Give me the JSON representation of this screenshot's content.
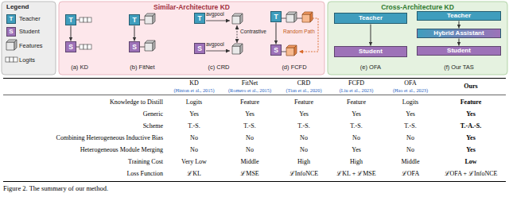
{
  "diagram": {
    "caption": "Figure 2. The summary of our method.",
    "nodes": [
      {
        "text": [
          "Similar-Architecture KD"
        ]
      },
      {
        "text": [
          "T"
        ],
        "in": 0
      },
      {
        "text": [
          "S"
        ],
        "in": 0
      },
      {
        "text": [
          "T"
        ],
        "in": 0
      },
      {
        "text": [
          "S"
        ],
        "in": 0
      },
      {
        "text": [
          "T"
        ],
        "in": 0
      },
      {
        "text": [
          "S"
        ],
        "in": 0
      },
      {
        "text": [
          "T"
        ],
        "in": 0
      },
      {
        "text": [
          "S"
        ],
        "in": 0
      },
      {
        "text": [
          "Cross-Architecture KD"
        ]
      },
      {
        "text": [
          "Teacher"
        ],
        "in": 9
      },
      {
        "text": [
          "Student"
        ],
        "in": 9
      },
      {
        "text": [
          "Teacher"
        ],
        "in": 9
      },
      {
        "text": [
          "Hybrid Assistant"
        ],
        "in": 9
      },
      {
        "text": [
          "Student"
        ],
        "in": 9
      }
    ],
    "edges": [
      {
        "from": 1,
        "to": 2,
        "arrow": "to"
      },
      {
        "from": 3,
        "to": 4,
        "arrow": "to"
      },
      {
        "from": 7,
        "to": 8,
        "arrow": "to"
      },
      {
        "from": 10,
        "to": 11,
        "arrow": "to"
      },
      {
        "from": 12,
        "to": 13,
        "arrow": "to"
      },
      {
        "from": 13,
        "to": 14,
        "arrow": "to"
      }
    ],
    "labels": [
      "Legend",
      "T",
      "S",
      "avgpool",
      "avgpool",
      "Contrastive",
      "Random Path",
      "(a) KD",
      "(b) FitNet",
      "(c) CRD",
      "(d) FCFD",
      "(e) OFA",
      "(f) Our TAS",
      "KD",
      "(Hinton et al., 2015)",
      "FitNet",
      "(Romero et al., 2015)",
      "CRD",
      "(Tian et al., 2020)",
      "FCFD",
      "(Liu et al., 2023)",
      "OFA",
      "(Hao et al., 2023)",
      "Ours",
      "Knowledge to Distill",
      "Logits",
      "Feature",
      "Feature",
      "Feature",
      "Logits",
      "Feature",
      "Generic",
      "Yes",
      "Yes",
      "Yes",
      "Yes",
      "Yes",
      "Yes",
      "Scheme",
      "T.-S.",
      "T.-S.",
      "T.-S.",
      "T.-S.",
      "T.-S.",
      "T.-A.-S.",
      "Combining Heterogeneous Inductive Bias",
      "No",
      "No",
      "No",
      "No",
      "No",
      "Yes",
      "Heterogeneous Module Merging",
      "No",
      "No",
      "No",
      "Yes",
      "No",
      "Yes",
      "Training Cost",
      "Very Low",
      "Middle",
      "High",
      "High",
      "Middle",
      "Low",
      "Loss Function",
      "ℒKL",
      "ℒMSE",
      "ℒInfoNCE",
      "ℒKL + ℒMSE",
      "ℒOFA",
      "ℒOFA + ℒInfoNCE"
    ],
    "legend": [
      {
        "text": "Teacher",
        "color": "#3f9dbd"
      },
      {
        "text": "Student",
        "color": "#9d72b8"
      },
      {
        "text": "Features"
      },
      {
        "text": "Logits"
      }
    ]
  }
}
